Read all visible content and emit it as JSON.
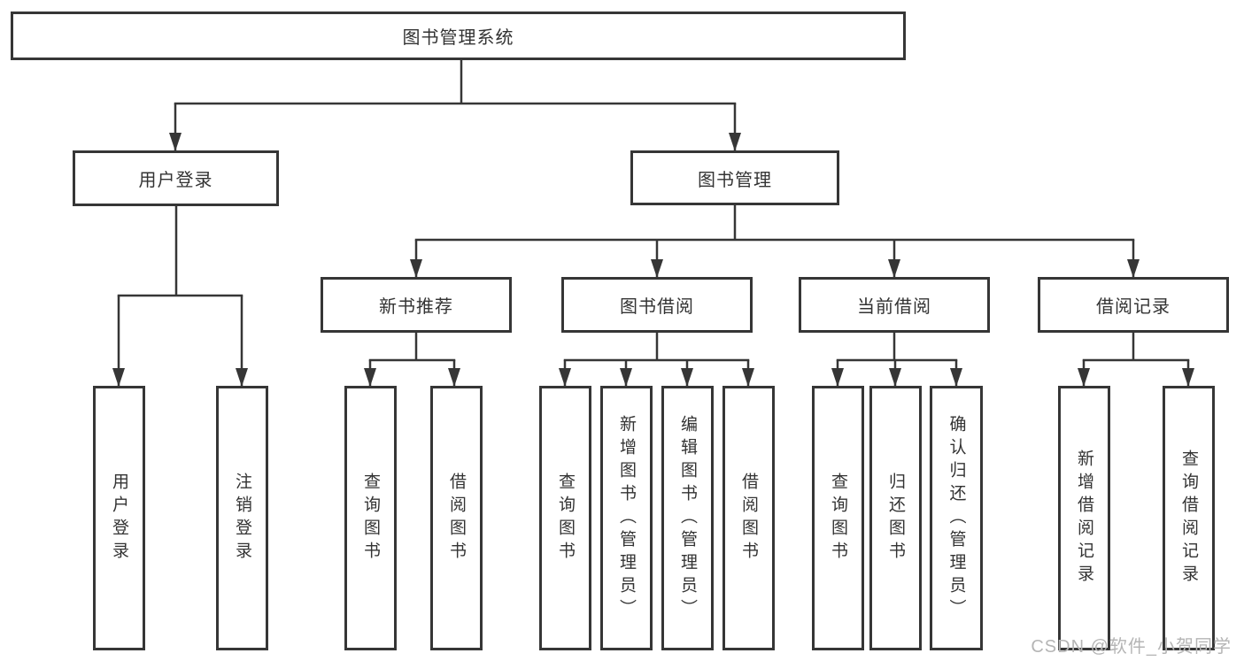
{
  "diagram": {
    "root": {
      "label": "图书管理系统"
    },
    "branches": [
      {
        "label": "用户登录",
        "children": [
          "用户登录",
          "注销登录"
        ]
      },
      {
        "label": "图书管理",
        "sub": [
          {
            "label": "新书推荐",
            "children": [
              "查询图书",
              "借阅图书"
            ]
          },
          {
            "label": "图书借阅",
            "children": [
              "查询图书",
              "新增图书（管理员）",
              "编辑图书（管理员）",
              "借阅图书"
            ]
          },
          {
            "label": "当前借阅",
            "children": [
              "查询图书",
              "归还图书",
              "确认归还（管理员）"
            ]
          },
          {
            "label": "借阅记录",
            "children": [
              "新增借阅记录",
              "查询借阅记录"
            ]
          }
        ]
      }
    ],
    "watermark": "CSDN @软件_小贺同学",
    "colors": {
      "line": "#363636",
      "text": "#333333",
      "watermark": "#b5b5b5",
      "background": "#ffffff"
    }
  }
}
